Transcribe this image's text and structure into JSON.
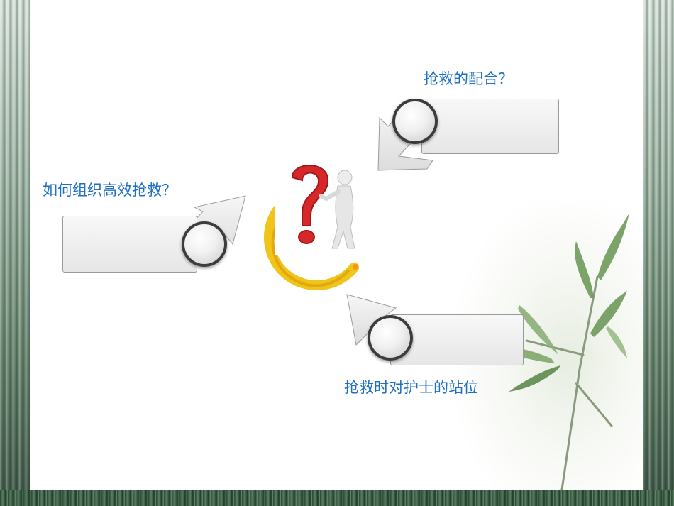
{
  "slide": {
    "left_question": "如何组织高效抢救？",
    "top_question": "抢救的配合？",
    "bottom_question": "抢救时对护士的站位"
  },
  "colors": {
    "label_text": "#1f6fc3",
    "ring_yellow": "#f0c419",
    "question_mark_red": "#d62828",
    "box_border": "#9a9a9a",
    "circle_ring": "#3c3c3c"
  },
  "icons": {
    "center": "question-mark-figure-icon",
    "decor": "bamboo-branch-icon"
  }
}
